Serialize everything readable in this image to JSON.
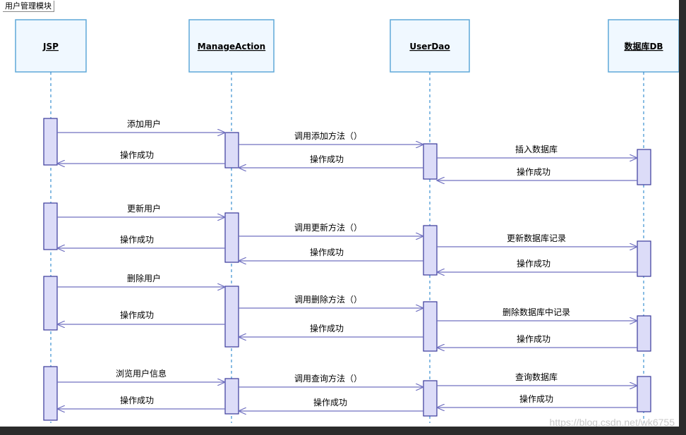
{
  "diagram": {
    "frame_title": "用户管理模块",
    "lifelines": [
      {
        "id": "jsp",
        "label": "JSP"
      },
      {
        "id": "manageaction",
        "label": "ManageAction"
      },
      {
        "id": "userdao",
        "label": "UserDao"
      },
      {
        "id": "db",
        "label": "数据库DB"
      }
    ],
    "messages": [
      {
        "id": "m1",
        "label": "添加用户"
      },
      {
        "id": "m2",
        "label": "操作成功"
      },
      {
        "id": "m3",
        "label": "调用添加方法（）"
      },
      {
        "id": "m4",
        "label": "操作成功"
      },
      {
        "id": "m5",
        "label": "插入数据库"
      },
      {
        "id": "m6",
        "label": "操作成功"
      },
      {
        "id": "m7",
        "label": "更新用户"
      },
      {
        "id": "m8",
        "label": "操作成功"
      },
      {
        "id": "m9",
        "label": "调用更新方法（）"
      },
      {
        "id": "m10",
        "label": "操作成功"
      },
      {
        "id": "m11",
        "label": "更新数据库记录"
      },
      {
        "id": "m12",
        "label": "操作成功"
      },
      {
        "id": "m13",
        "label": "删除用户"
      },
      {
        "id": "m14",
        "label": "操作成功"
      },
      {
        "id": "m15",
        "label": "调用删除方法（）"
      },
      {
        "id": "m16",
        "label": "操作成功"
      },
      {
        "id": "m17",
        "label": "删除数据库中记录"
      },
      {
        "id": "m18",
        "label": "操作成功"
      },
      {
        "id": "m19",
        "label": "浏览用户信息"
      },
      {
        "id": "m20",
        "label": "操作成功"
      },
      {
        "id": "m21",
        "label": "调用查询方法（）"
      },
      {
        "id": "m22",
        "label": "操作成功"
      },
      {
        "id": "m23",
        "label": "查询数据库"
      },
      {
        "id": "m24",
        "label": "操作成功"
      }
    ],
    "watermark": "https://blog.csdn.net/wk6755"
  }
}
